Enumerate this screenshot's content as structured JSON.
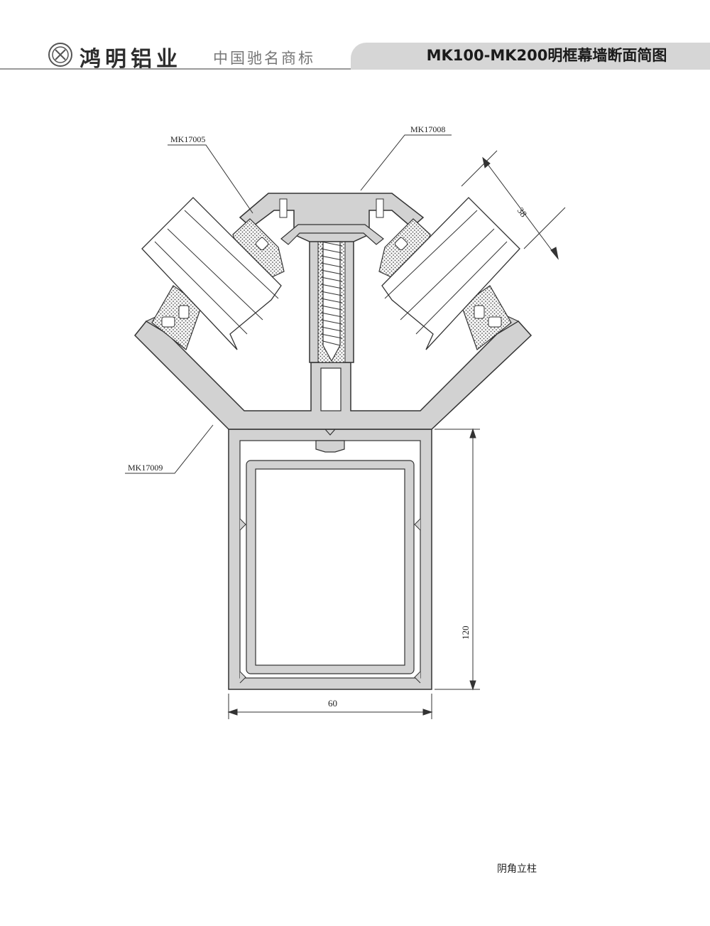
{
  "header": {
    "brand_name": "鸿明铝业",
    "slogan": "中国驰名商标",
    "title": "MK100-MK200明框幕墙断面简图"
  },
  "drawing": {
    "part_labels": [
      "MK17005",
      "MK17008",
      "MK17009"
    ],
    "dimensions": {
      "width": "60",
      "height": "120",
      "glass": "38"
    }
  },
  "caption": "阴角立柱",
  "colors": {
    "profile_fill": "#d2d2d2",
    "gasket_fill": "#f4f4f4",
    "header_tab": "#d6d6d6"
  }
}
